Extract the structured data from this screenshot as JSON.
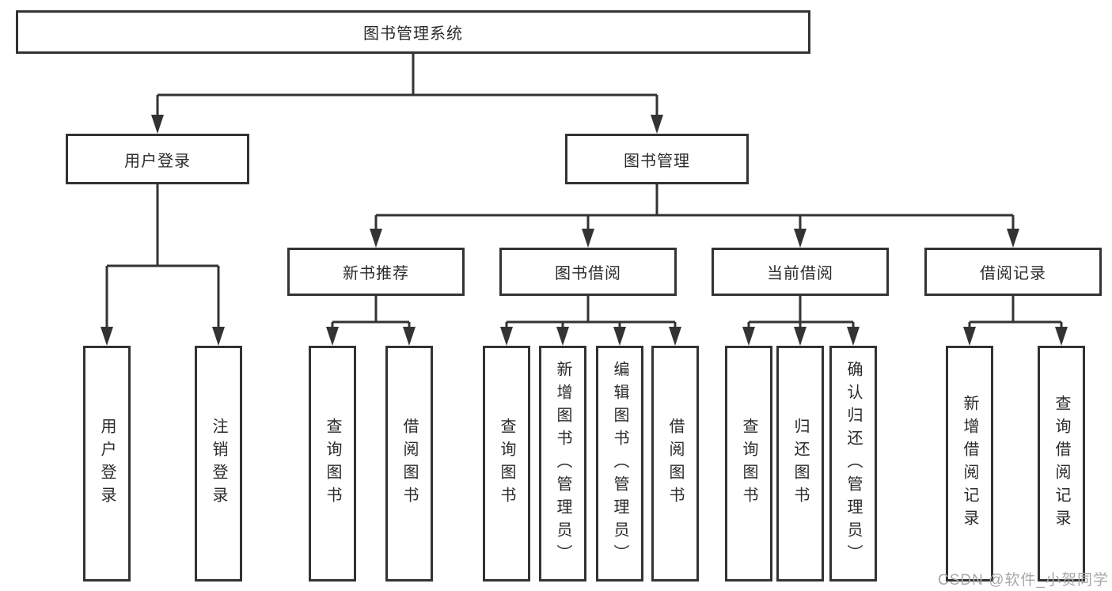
{
  "diagram": {
    "root": "图书管理系统",
    "branches": [
      {
        "label": "用户登录",
        "children": [
          "用户登录",
          "注销登录"
        ]
      },
      {
        "label": "图书管理",
        "sections": [
          {
            "label": "新书推荐",
            "children": [
              "查询图书",
              "借阅图书"
            ]
          },
          {
            "label": "图书借阅",
            "children": [
              "查询图书",
              "新增图书（管理员）",
              "编辑图书（管理员）",
              "借阅图书"
            ]
          },
          {
            "label": "当前借阅",
            "children": [
              "查询图书",
              "归还图书",
              "确认归还（管理员）"
            ]
          },
          {
            "label": "借阅记录",
            "children": [
              "新增借阅记录",
              "查询借阅记录"
            ]
          }
        ]
      }
    ]
  },
  "watermark": {
    "text": "CSDN @软件_小贺同学"
  },
  "colors": {
    "line": "#333333",
    "text": "#2b2b2b",
    "watermark": "#a8a8a8",
    "background": "#ffffff"
  }
}
